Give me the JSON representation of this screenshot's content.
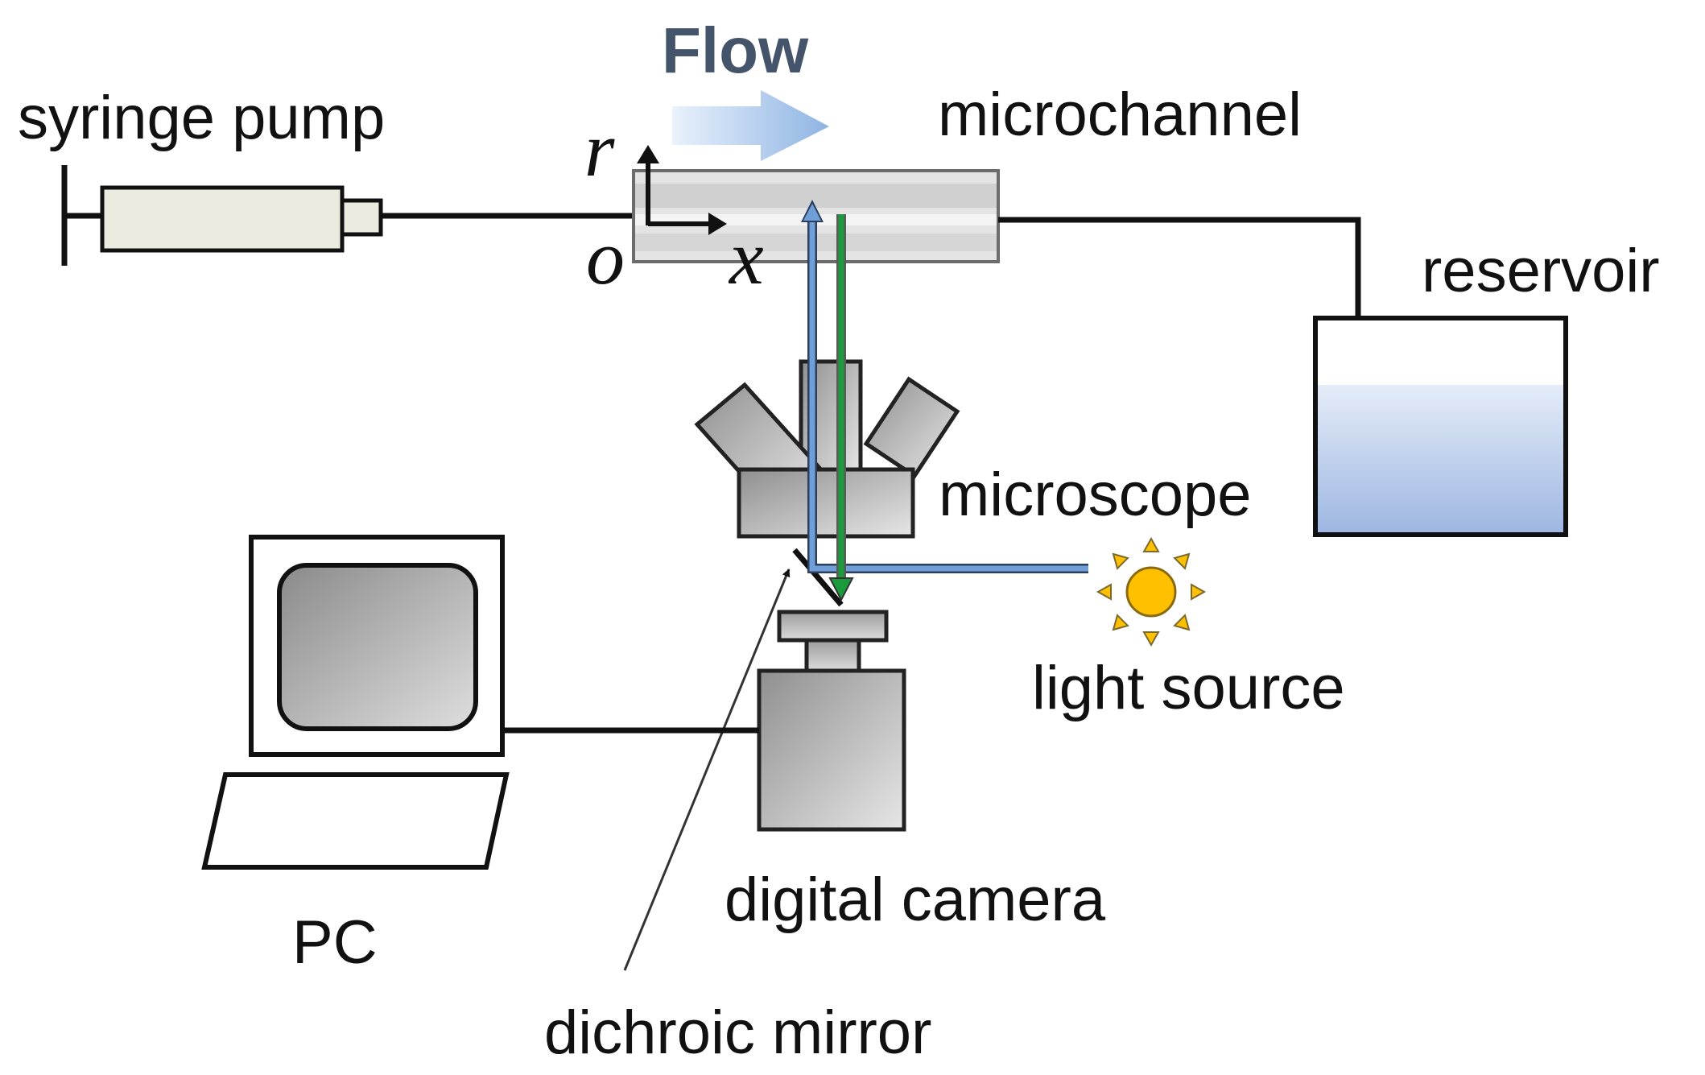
{
  "labels": {
    "flow": "Flow",
    "syringe_pump": "syringe pump",
    "microchannel": "microchannel",
    "reservoir": "reservoir",
    "microscope": "microscope",
    "light_source": "light source",
    "pc": "PC",
    "digital_camera": "digital camera",
    "dichroic_mirror": "dichroic mirror"
  },
  "axes": {
    "r": "r",
    "o": "o",
    "x": "x"
  },
  "colors": {
    "flow_text": "#44546a",
    "flow_arrow": "#8eb4e3",
    "excitation_light": "#5b8fcf",
    "emission_light": "#1a9a3a",
    "reservoir_liquid": "#b4c7e7",
    "sun": "#ffc000",
    "component_gray": "#c8c8c8",
    "syringe_body": "#ebebdf"
  }
}
